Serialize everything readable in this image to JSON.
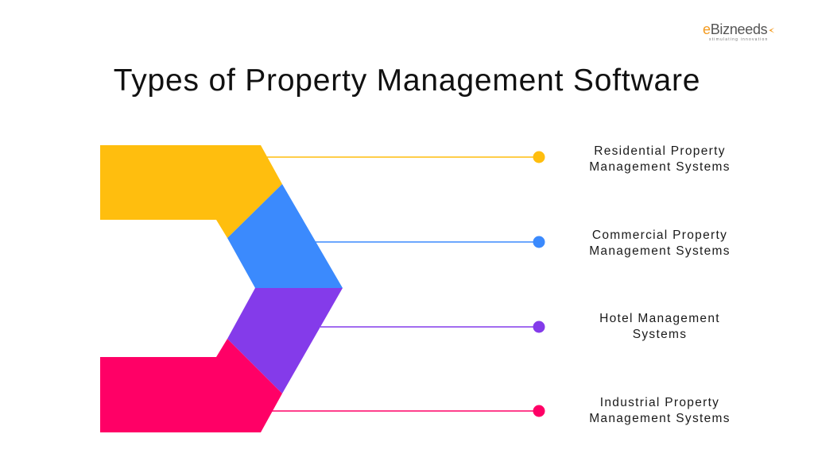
{
  "brand": {
    "logo_text_prefix": "e",
    "logo_text_rest": "Bizneeds",
    "tagline": "stimulating innovation",
    "accent": "#f39a1e"
  },
  "title": "Types of Property Management Software",
  "items": [
    {
      "line1": "Residential Property",
      "line2": "Management Systems",
      "color": "#ffbe0e"
    },
    {
      "line1": "Commercial Property",
      "line2": "Management Systems",
      "color": "#3b8afd"
    },
    {
      "line1": "Hotel Management",
      "line2": "Systems",
      "color": "#843bea"
    },
    {
      "line1": "Industrial Property",
      "line2": "Management Systems",
      "color": "#ff0066"
    }
  ]
}
